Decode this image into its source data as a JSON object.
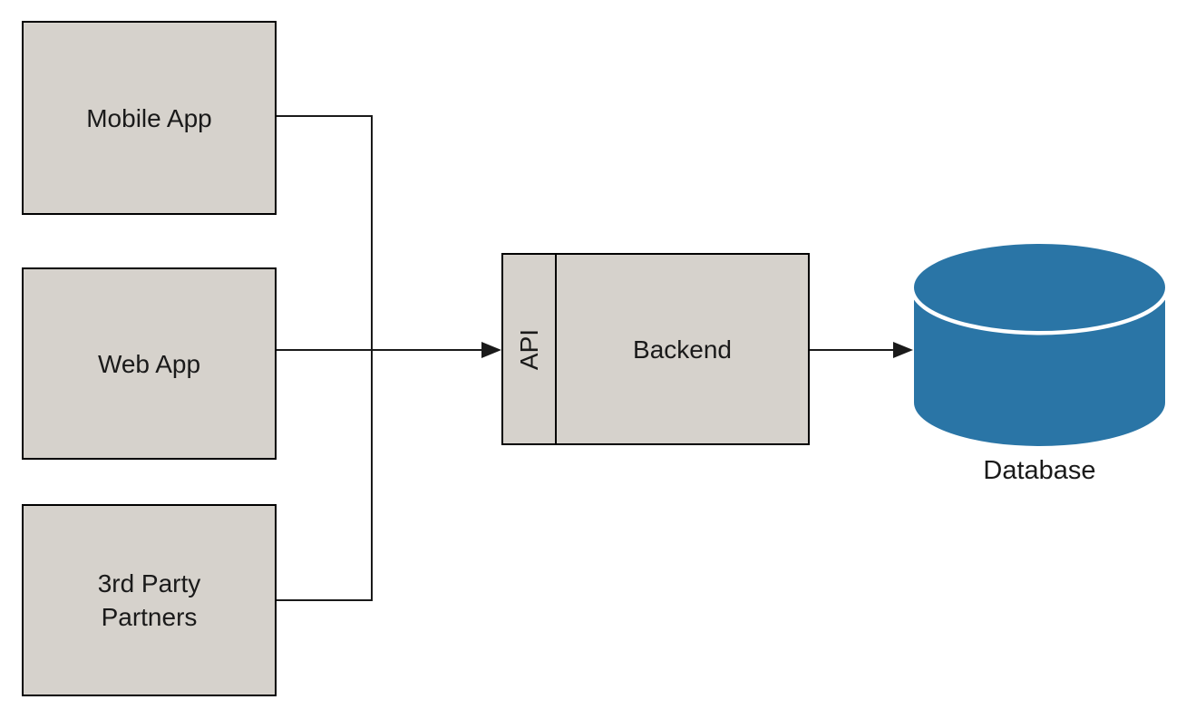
{
  "diagram": {
    "nodes": {
      "mobile_app": {
        "label": "Mobile App",
        "shape": "box"
      },
      "web_app": {
        "label": "Web App",
        "shape": "box"
      },
      "third_party": {
        "label": "3rd Party Partners",
        "shape": "box"
      },
      "api": {
        "label": "API",
        "shape": "compartment",
        "text_rotation": "-90deg"
      },
      "backend": {
        "label": "Backend",
        "shape": "box"
      },
      "database": {
        "label": "Database",
        "shape": "cylinder"
      }
    },
    "edges": [
      {
        "from": "mobile_app",
        "to": "api",
        "arrow": true,
        "via": "merge-trunk"
      },
      {
        "from": "web_app",
        "to": "api",
        "arrow": true,
        "via": "merge-trunk"
      },
      {
        "from": "third_party",
        "to": "api",
        "arrow": true,
        "via": "merge-trunk"
      },
      {
        "from": "backend",
        "to": "database",
        "arrow": true
      }
    ],
    "colors": {
      "node_fill": "#d6d2cc",
      "node_border": "#000000",
      "connector": "#1a1a1a",
      "database_fill": "#2a75a6",
      "text": "#1a1a1a",
      "background": "#ffffff"
    }
  }
}
